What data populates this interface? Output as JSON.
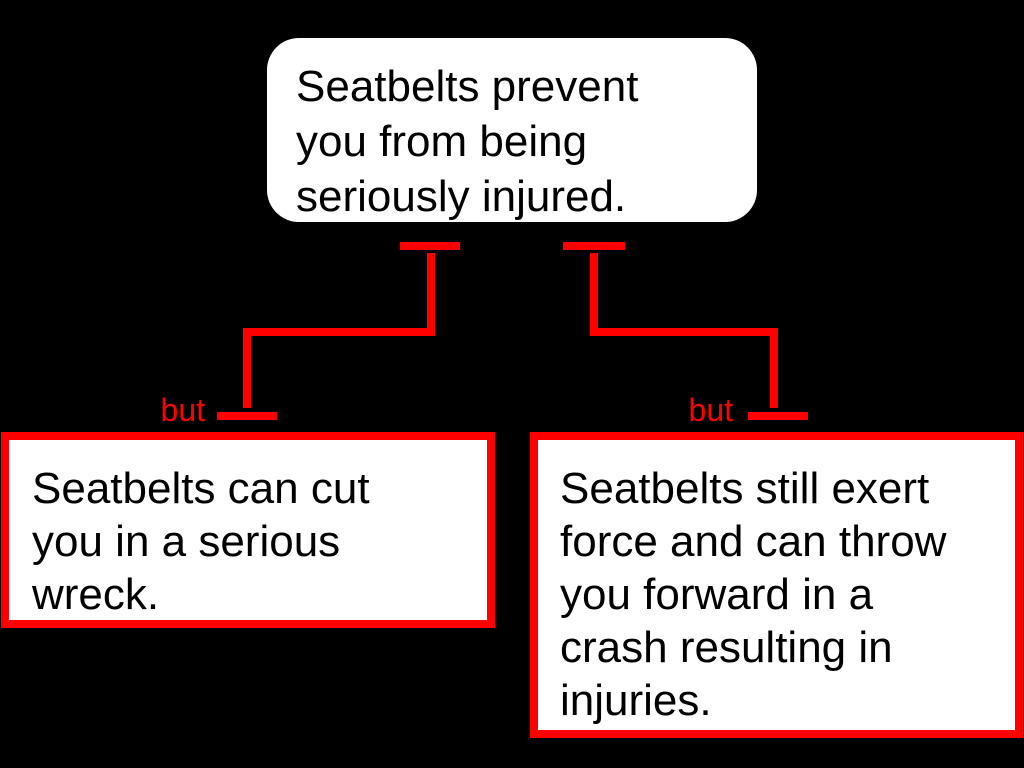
{
  "diagram": {
    "background_color": "#000000",
    "accent_color": "#ff0000",
    "node_fill": "#ffffff",
    "node_text_color": "#000000",
    "nodes": {
      "root": {
        "shape": "rounded-rectangle",
        "text": "Seatbelts prevent you from being seriously injured.",
        "lines": [
          "Seatbelts prevent",
          "you from being",
          "seriously injured."
        ]
      },
      "left": {
        "shape": "rectangle-red-border",
        "text": "Seatbelts can cut you in a serious wreck.",
        "lines": [
          "Seatbelts can cut",
          "you in a serious",
          "wreck."
        ]
      },
      "right": {
        "shape": "rectangle-red-border",
        "text": "Seatbelts still exert force and can throw you forward in a crash resulting in injuries.",
        "lines": [
          "Seatbelts still exert",
          "force and can throw",
          "you forward in a",
          "crash resulting in",
          "injuries."
        ]
      }
    },
    "links": [
      {
        "from": "root",
        "to": "left",
        "label": "but"
      },
      {
        "from": "root",
        "to": "right",
        "label": "but"
      }
    ]
  }
}
